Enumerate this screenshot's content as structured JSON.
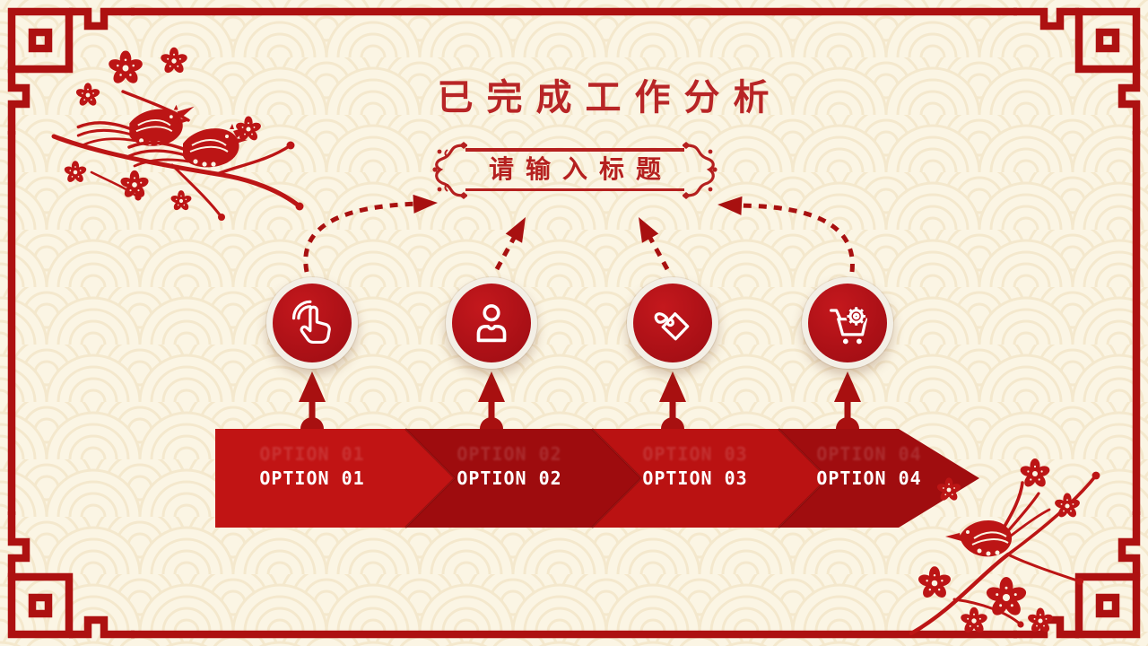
{
  "slide": {
    "title": "已完成工作分析",
    "subtitle_box": {
      "text": "请输入标题"
    },
    "options": [
      {
        "label": "OPTION 01",
        "icon": "tap-icon"
      },
      {
        "label": "OPTION 02",
        "icon": "user-icon"
      },
      {
        "label": "OPTION 03",
        "icon": "price-tag-icon"
      },
      {
        "label": "OPTION 04",
        "icon": "cart-gear-icon"
      }
    ],
    "decorations": {
      "frame": "chinese-lattice-border",
      "top_left": "paper-cut birds on plum blossom branch",
      "bottom_right": "paper-cut bird with plum blossoms",
      "background_pattern": "seigaiha scales"
    },
    "colors": {
      "background": "#fbf5e4",
      "pattern": "#efdeba",
      "frame_red": "#ad1111",
      "title_red": "#b82526",
      "banner_bright_red": "#c11414",
      "banner_dark_red": "#9e0c0e",
      "circle_red": "#ae1117",
      "connector_red": "#a81010",
      "icon_white": "#ffffff"
    }
  }
}
